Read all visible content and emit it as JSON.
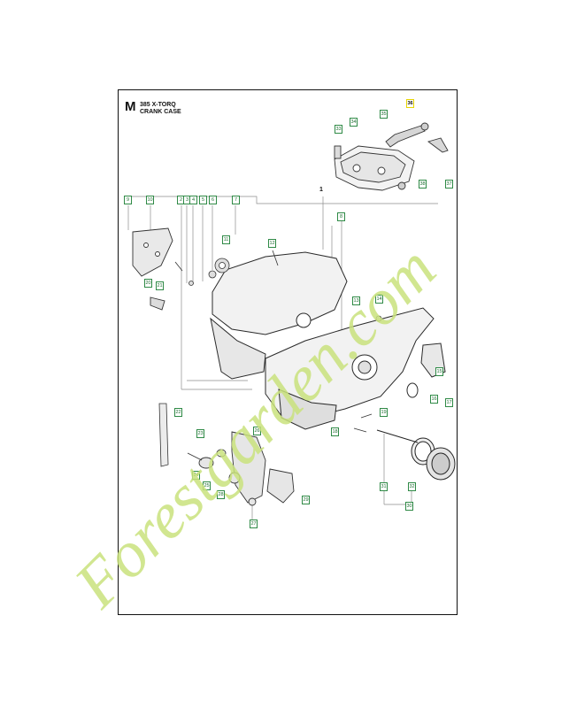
{
  "page": {
    "section_letter": "M",
    "title_lines": [
      "385 X-TORQ",
      "CRANK CASE"
    ]
  },
  "assembly_label": "1",
  "callouts": [
    {
      "id": "c2",
      "label": "2"
    },
    {
      "id": "c3",
      "label": "3"
    },
    {
      "id": "c4",
      "label": "4"
    },
    {
      "id": "c5",
      "label": "5"
    },
    {
      "id": "c6",
      "label": "6"
    },
    {
      "id": "c7",
      "label": "7"
    },
    {
      "id": "c8",
      "label": "8"
    },
    {
      "id": "c9",
      "label": "9"
    },
    {
      "id": "c10",
      "label": "10"
    },
    {
      "id": "c11",
      "label": "11"
    },
    {
      "id": "c12",
      "label": "12"
    },
    {
      "id": "c13",
      "label": "13"
    },
    {
      "id": "c14",
      "label": "14"
    },
    {
      "id": "c15",
      "label": "15"
    },
    {
      "id": "c16",
      "label": "16"
    },
    {
      "id": "c17",
      "label": "17"
    },
    {
      "id": "c18",
      "label": "18"
    },
    {
      "id": "c19",
      "label": "19"
    },
    {
      "id": "c20",
      "label": "20"
    },
    {
      "id": "c21",
      "label": "21"
    },
    {
      "id": "c22",
      "label": "22"
    },
    {
      "id": "c23",
      "label": "23"
    },
    {
      "id": "c24",
      "label": "24"
    },
    {
      "id": "c25",
      "label": "25"
    },
    {
      "id": "c26",
      "label": "26"
    },
    {
      "id": "c27",
      "label": "27"
    },
    {
      "id": "c28",
      "label": "28"
    },
    {
      "id": "c29",
      "label": "29"
    },
    {
      "id": "c30",
      "label": "30"
    },
    {
      "id": "c31",
      "label": "31"
    },
    {
      "id": "c32",
      "label": "32"
    },
    {
      "id": "c33",
      "label": "33"
    },
    {
      "id": "c34",
      "label": "34"
    },
    {
      "id": "c35",
      "label": "35"
    },
    {
      "id": "c36",
      "label": "36",
      "highlighted": true
    },
    {
      "id": "c37",
      "label": "37"
    },
    {
      "id": "c38",
      "label": "38"
    }
  ],
  "watermark": {
    "text": "Forestgarden.com",
    "color": "#c7e17a"
  },
  "colors": {
    "callout_border": "#2f8a46",
    "highlight_border": "#e6d400",
    "line": "#8a8a8a",
    "frame": "#111111"
  }
}
